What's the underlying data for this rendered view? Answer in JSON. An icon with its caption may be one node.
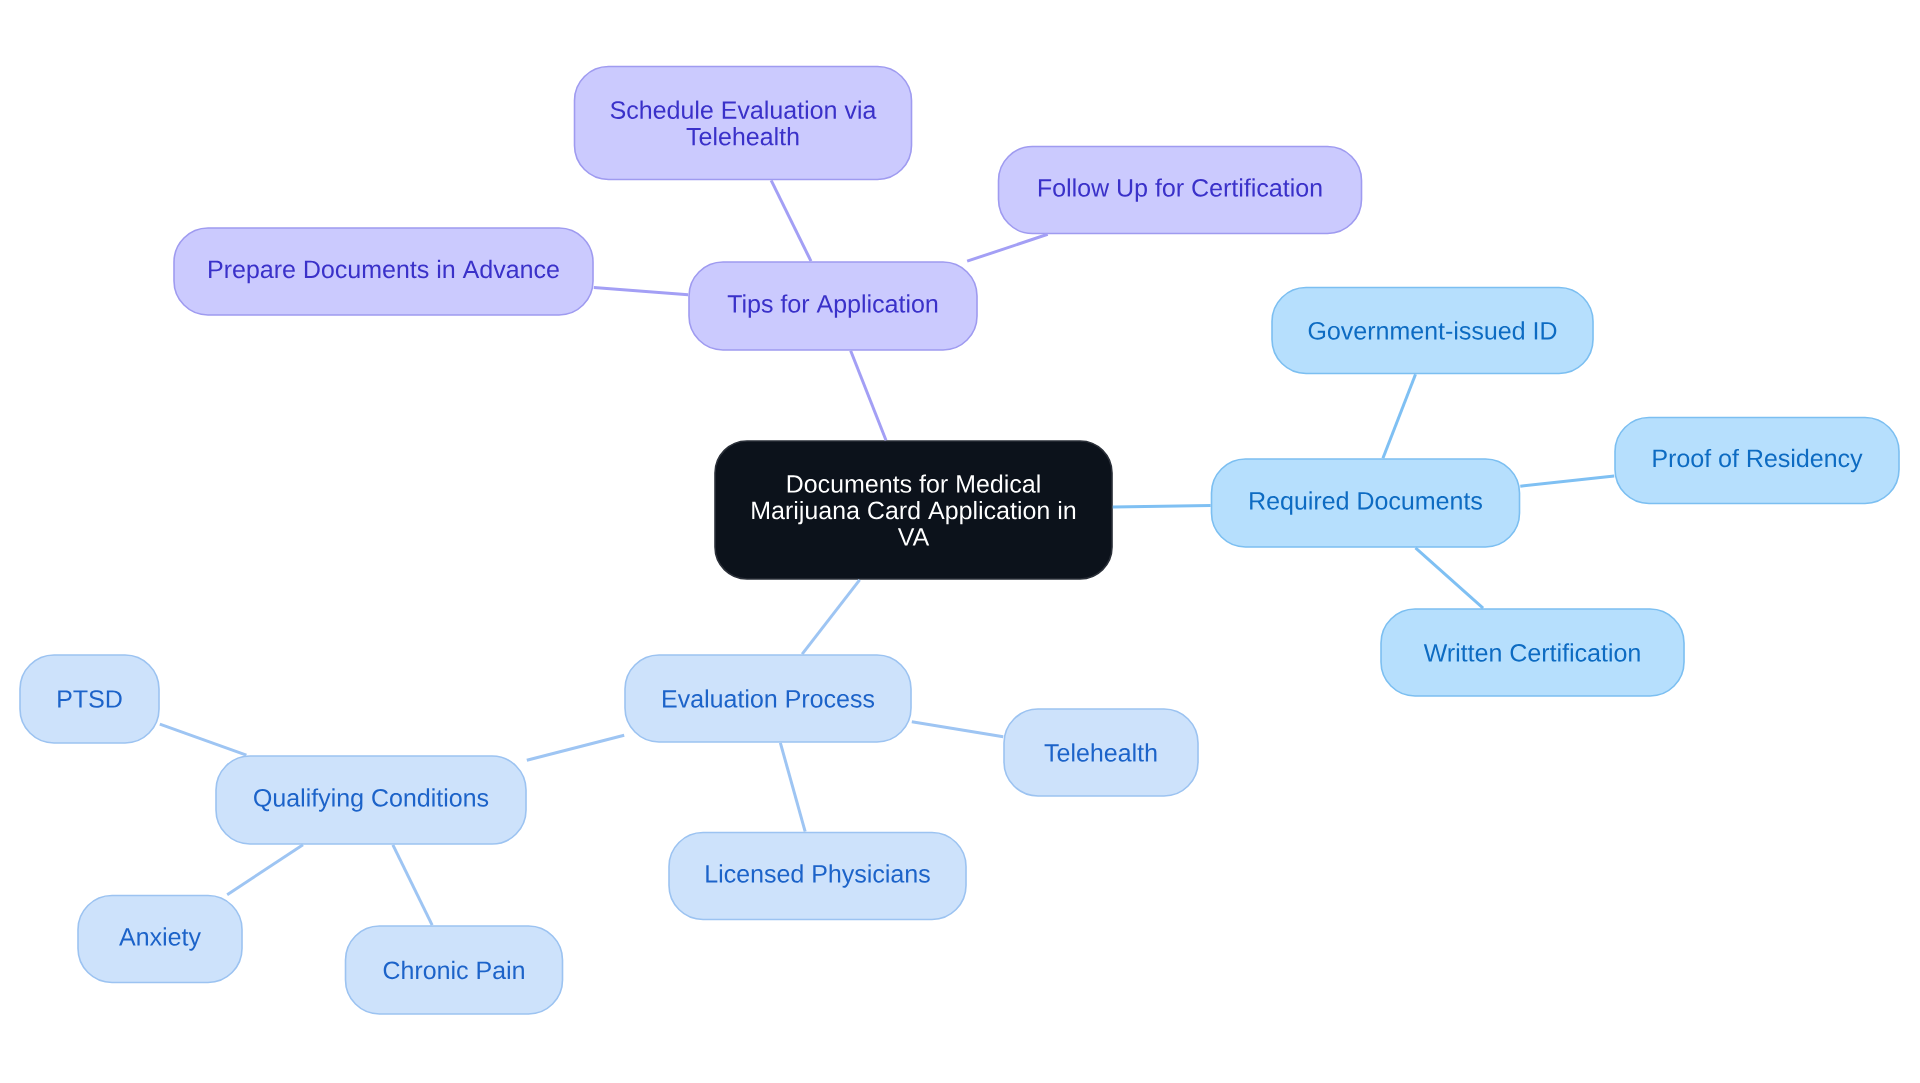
{
  "diagram": {
    "nodes": [
      {
        "text": [
          "Documents for Medical Marijuana Card Application in VA"
        ]
      },
      {
        "text": [
          "Tips for Application"
        ]
      },
      {
        "text": [
          "Schedule Evaluation via Telehealth"
        ]
      },
      {
        "text": [
          "Follow Up for Certification"
        ]
      },
      {
        "text": [
          "Prepare Documents in Advance"
        ]
      },
      {
        "text": [
          "Required Documents"
        ]
      },
      {
        "text": [
          "Government-issued ID"
        ]
      },
      {
        "text": [
          "Proof of Residency"
        ]
      },
      {
        "text": [
          "Written Certification"
        ]
      },
      {
        "text": [
          "Evaluation Process"
        ]
      },
      {
        "text": [
          "Qualifying Conditions"
        ]
      },
      {
        "text": [
          "PTSD"
        ]
      },
      {
        "text": [
          "Anxiety"
        ]
      },
      {
        "text": [
          "Chronic Pain"
        ]
      },
      {
        "text": [
          "Licensed Physicians"
        ]
      },
      {
        "text": [
          "Telehealth"
        ]
      }
    ],
    "edges": [
      {
        "from": 0,
        "to": 1,
        "arrow": "none",
        "color": "#a39ff5"
      },
      {
        "from": 1,
        "to": 2,
        "arrow": "none",
        "color": "#a39ff5"
      },
      {
        "from": 1,
        "to": 3,
        "arrow": "none",
        "color": "#a39ff5"
      },
      {
        "from": 1,
        "to": 4,
        "arrow": "none",
        "color": "#a39ff5"
      },
      {
        "from": 0,
        "to": 5,
        "arrow": "none",
        "color": "#7fc0f3"
      },
      {
        "from": 5,
        "to": 6,
        "arrow": "none",
        "color": "#7fc0f3"
      },
      {
        "from": 5,
        "to": 7,
        "arrow": "none",
        "color": "#7fc0f3"
      },
      {
        "from": 5,
        "to": 8,
        "arrow": "none",
        "color": "#7fc0f3"
      },
      {
        "from": 0,
        "to": 9,
        "arrow": "none"
      },
      {
        "from": 9,
        "to": 10,
        "arrow": "none"
      },
      {
        "from": 10,
        "to": 11,
        "arrow": "none"
      },
      {
        "from": 10,
        "to": 12,
        "arrow": "none"
      },
      {
        "from": 10,
        "to": 13,
        "arrow": "none"
      },
      {
        "from": 9,
        "to": 14,
        "arrow": "none"
      },
      {
        "from": 9,
        "to": 15,
        "arrow": "none"
      }
    ]
  }
}
